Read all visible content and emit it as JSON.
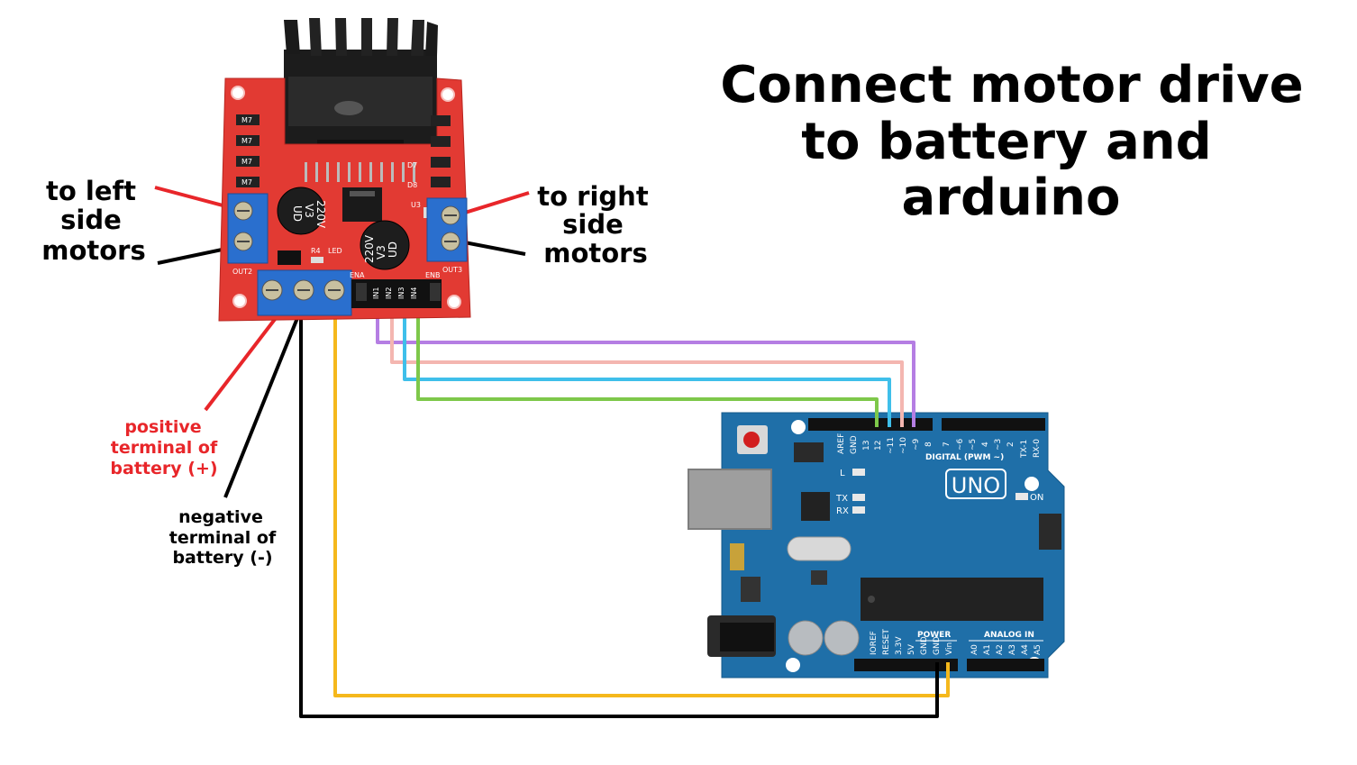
{
  "title": {
    "line1": "Connect motor drive",
    "line2": "to battery and",
    "line3": "arduino"
  },
  "annotations": {
    "left_motors": [
      "to left",
      "side",
      "motors"
    ],
    "right_motors": [
      "to right",
      "side",
      "motors"
    ],
    "positive_terminal": [
      "positive",
      "terminal of",
      "battery (+)"
    ],
    "negative_terminal": [
      "negative",
      "terminal of",
      "battery (-)"
    ]
  },
  "motor_driver": {
    "labels": {
      "out2": "OUT2",
      "out3": "OUT3",
      "ena": "ENA",
      "enb": "ENB",
      "u3": "U3",
      "led": "LED",
      "r4": "R4",
      "in1": "IN1",
      "in2": "IN2",
      "in3": "IN3",
      "in4": "IN4",
      "d7": "D7",
      "d8": "D8",
      "cap_left": [
        "UD",
        "V3",
        "220V"
      ],
      "cap_right": [
        "UD",
        "V3",
        "220V"
      ],
      "diodes": [
        "M7",
        "M7",
        "M7",
        "M7"
      ]
    }
  },
  "arduino": {
    "model": "UNO",
    "top_header_labels": [
      "AREF",
      "GND",
      "13",
      "12",
      "~11",
      "~10",
      "~9",
      "8",
      "7",
      "~6",
      "~5",
      "4",
      "~3",
      "2",
      "TX-1",
      "RX-0"
    ],
    "digital_label": "DIGITAL (PWM ~)",
    "led_labels": {
      "l": "L",
      "tx": "TX",
      "rx": "RX",
      "on": "ON"
    },
    "power_label": "POWER",
    "analog_label": "ANALOG IN",
    "power_pins": [
      "IOREF",
      "RESET",
      "3.3V",
      "5V",
      "GND",
      "GND",
      "Vin"
    ],
    "analog_pins": [
      "A0",
      "A1",
      "A2",
      "A3",
      "A4",
      "A5"
    ]
  },
  "colors": {
    "red_wire": "#e8262a",
    "black_wire": "#000000",
    "yellow_wire": "#f5b81c",
    "purple_wire": "#b57ee3",
    "pink_wire": "#f4b6b0",
    "blue_wire": "#3fbfea",
    "green_wire": "#7ec84a",
    "pcb_red": "#e23a33",
    "arduino_blue": "#1f6fa8",
    "terminal_blue": "#2a6fce",
    "annotation_red": "#e8262a"
  }
}
